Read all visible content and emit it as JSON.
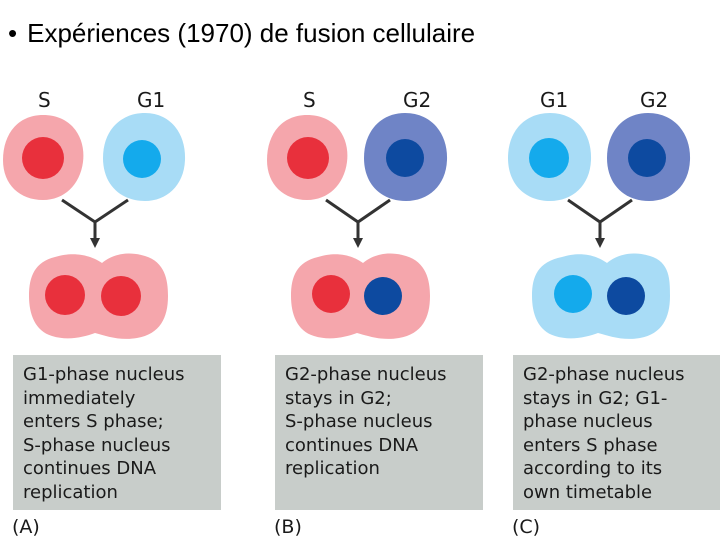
{
  "title": {
    "bullet": "•",
    "text": "Expériences (1970) de fusion cellulaire"
  },
  "colors": {
    "s_cell": "#f5a6ac",
    "s_nucleus": "#e8303c",
    "g1_cell": "#a8dcf6",
    "g1_nucleus": "#14aaec",
    "g2_cell": "#6f84c6",
    "g2_nucleus": "#0d4aa0",
    "box": "#c8cdca",
    "arrow": "#333333"
  },
  "panels": [
    {
      "letter": "(A)",
      "left_label": "S",
      "right_label": "G1",
      "text_lines": [
        "G1-phase nucleus",
        "immediately",
        "enters S phase;",
        "S-phase nucleus",
        "continues DNA",
        "replication"
      ]
    },
    {
      "letter": "(B)",
      "left_label": "S",
      "right_label": "G2",
      "text_lines": [
        "G2-phase nucleus",
        "stays in G2;",
        "S-phase nucleus",
        "continues DNA",
        "replication"
      ]
    },
    {
      "letter": "(C)",
      "left_label": "G1",
      "right_label": "G2",
      "text_lines": [
        "G2-phase nucleus",
        "stays in G2; G1-",
        "phase nucleus",
        "enters S phase",
        "according to its",
        "own timetable"
      ]
    }
  ]
}
